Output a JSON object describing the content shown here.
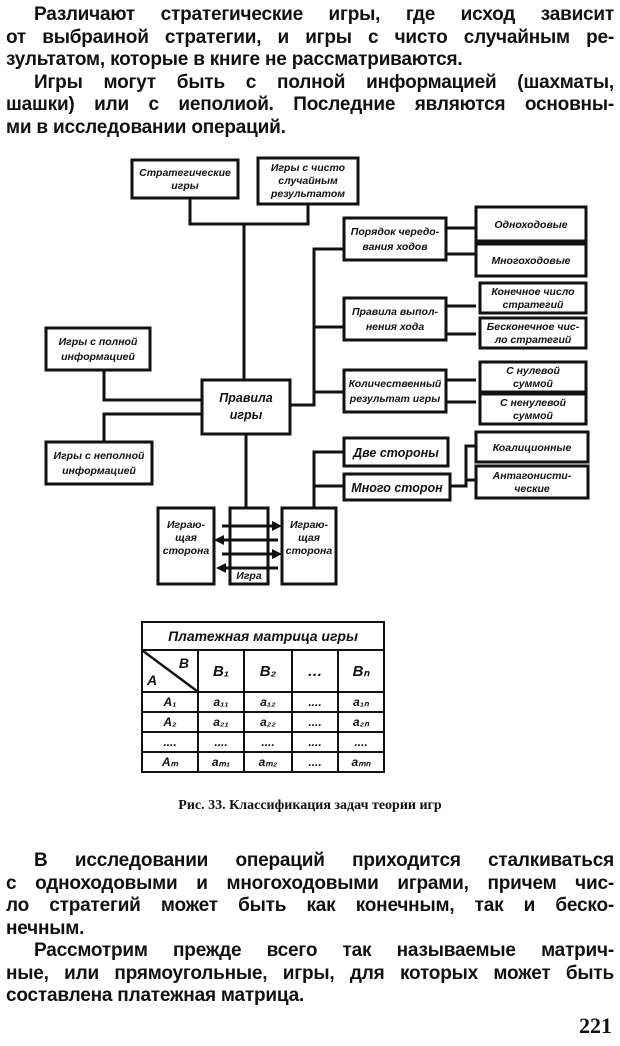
{
  "page": {
    "paragraph_1_lines": [
      "Различают стратегические игры, где исход зависит",
      "от выбраиной стратегии, и игры с чисто случайным ре-",
      "зультатом, которые в книге не рассматриваются."
    ],
    "paragraph_2_lines": [
      "Игры могут быть с полной информацией (шахматы,",
      "шашки) или с иеполиой. Последние являются основны-",
      "ми в исследовании операций."
    ],
    "paragraph_3_lines": [
      "В исследовании операций приходится сталкиваться",
      "с одноходовыми и многоходовыми играми, причем чис-",
      "ло стратегий может быть как конечным, так и беско-",
      "нечным."
    ],
    "paragraph_4_lines": [
      "Рассмотрим прежде всего так называемые матрич-",
      "ные, или прямоугольные, игры, для которых может быть",
      "составлена платежная матрица."
    ],
    "figure_caption": "Рис. 33. Классификация задач теории игр",
    "page_number": "221"
  },
  "diagram": {
    "top_left": [
      "Стратегические",
      "игры"
    ],
    "top_right": [
      "Игры с чисто",
      "случайным",
      "результатом"
    ],
    "center": [
      "Правила",
      "игры"
    ],
    "left_full_info": [
      "Игры с полной",
      "информацией"
    ],
    "left_incomplete_info": [
      "Игры с неполной",
      "информацией"
    ],
    "move_order": [
      "Порядок чередо-",
      "вания ходов"
    ],
    "single_move": [
      "Одноходовые"
    ],
    "multi_move": [
      "Многоходовые"
    ],
    "move_rules": [
      "Правила выпол-",
      "нения хода"
    ],
    "finite_strategies": [
      "Конечное число",
      "стратегий"
    ],
    "infinite_strategies": [
      "Бесконечное чис-",
      "ло стратегий"
    ],
    "quantitative_result": [
      "Количественный",
      "результат игры"
    ],
    "zero_sum": [
      "С нулевой",
      "суммой"
    ],
    "nonzero_sum": [
      "С ненулевой",
      "суммой"
    ],
    "two_sides": [
      "Две стороны"
    ],
    "many_sides": [
      "Много сторон"
    ],
    "coalition": [
      "Коалиционные"
    ],
    "antagonistic": [
      "Антагонисти-",
      "ческие"
    ],
    "player_left": [
      "Играю-",
      "щая",
      "сторона"
    ],
    "player_right": [
      "Играю-",
      "щая",
      "сторона"
    ],
    "game": "Игра"
  },
  "payoff_matrix": {
    "title": "Платежная матрица игры",
    "corner_col_label": "B",
    "corner_row_label": "A",
    "columns": [
      "B₁",
      "B₂",
      "…",
      "Bₙ"
    ],
    "rows": [
      {
        "label": "A₁",
        "cells": [
          "a₁₁",
          "a₁₂",
          "....",
          "a₁ₙ"
        ]
      },
      {
        "label": "A₂",
        "cells": [
          "a₂₁",
          "a₂₂",
          "....",
          "a₂ₙ"
        ]
      },
      {
        "label": "....",
        "cells": [
          "....",
          "....",
          "....",
          "...."
        ]
      },
      {
        "label": "Aₘ",
        "cells": [
          "aₘ₁",
          "aₘ₂",
          "....",
          "aₘₙ"
        ]
      }
    ]
  }
}
